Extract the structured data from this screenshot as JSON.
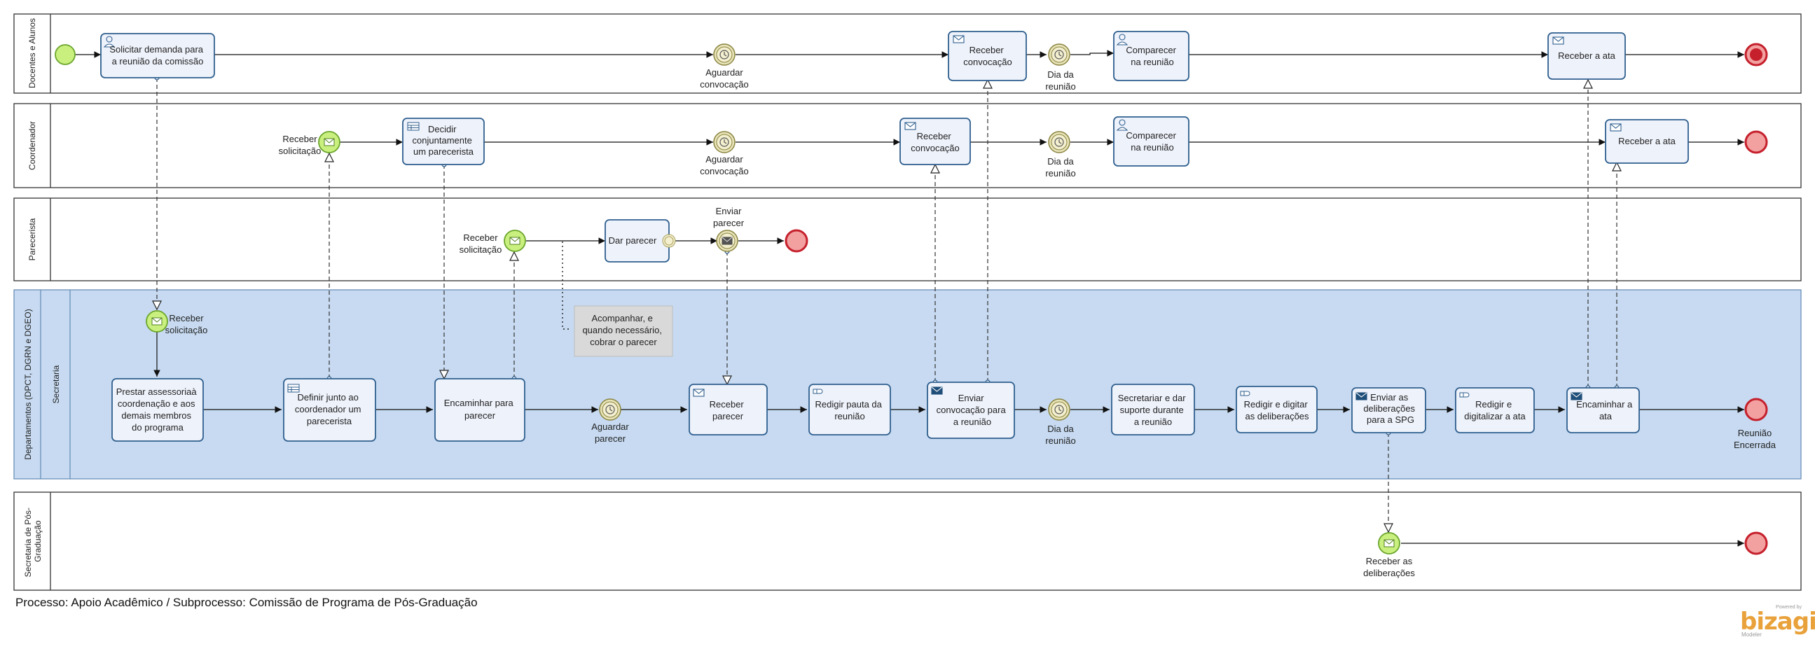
{
  "lanes": {
    "docentes": "Docentes e Alunos",
    "coordenador": "Coordenador",
    "parecerista": "Parecerista",
    "departamentos": "Departamentos (DPCT, DGRN e DGEO)",
    "secretaria": "Secretaria",
    "spg": [
      "Secretaria de Pós-",
      "Graduação"
    ]
  },
  "tasks": {
    "t_solicitar": [
      "Solicitar demanda para",
      "a reunião da comissão"
    ],
    "t_doc_receber_conv": [
      "Receber",
      "convocação"
    ],
    "t_doc_comparecer": [
      "Comparecer",
      "na reunião"
    ],
    "t_doc_receber_ata": [
      "Receber a ata"
    ],
    "t_decidir": [
      "Decidir",
      "conjuntamente",
      "um parecerista"
    ],
    "t_coord_receber_conv": [
      "Receber",
      "convocação"
    ],
    "t_coord_comparecer": [
      "Comparecer",
      "na reunião"
    ],
    "t_coord_receber_ata": [
      "Receber a ata"
    ],
    "t_dar_parecer": [
      "Dar parecer"
    ],
    "t_prestar": [
      "Prestar assessoriaà",
      "coordenação e aos",
      "demais membros",
      "do programa"
    ],
    "t_definir": [
      "Definir junto ao",
      "coordenador um",
      "parecerista"
    ],
    "t_encaminhar": [
      "Encaminhar para",
      "parecer"
    ],
    "t_receber_parecer": [
      "Receber",
      "parecer"
    ],
    "t_redigir_pauta": [
      "Redigir pauta da",
      "reunião"
    ],
    "t_enviar_conv": [
      "Enviar",
      "convocação para",
      "a reunião"
    ],
    "t_secretariar": [
      "Secretariar e dar",
      "suporte durante",
      "a reunião"
    ],
    "t_redigir_digitar": [
      "Redigir e digitar",
      "as deliberações"
    ],
    "t_enviar_delib": [
      "Enviar as",
      "deliberações",
      "para a SPG"
    ],
    "t_redigir_ata": [
      "Redigir e",
      "digitalizar a ata"
    ],
    "t_encaminhar_ata": [
      "Encaminhar a",
      "ata"
    ]
  },
  "event_labels": {
    "e_doc_aguardar": [
      "Aguardar",
      "convocação"
    ],
    "e_doc_dia": [
      "Dia da",
      "reunião"
    ],
    "e_coord_receber_sol": [
      "Receber",
      "solicitação"
    ],
    "e_coord_aguardar": [
      "Aguardar",
      "convocação"
    ],
    "e_coord_dia": [
      "Dia da",
      "reunião"
    ],
    "e_par_receber_sol": [
      "Receber",
      "solicitação"
    ],
    "e_par_enviar": [
      "Enviar",
      "parecer"
    ],
    "e_sec_receber_sol": [
      "Receber",
      "solicitação"
    ],
    "e_sec_aguardar": [
      "Aguardar",
      "parecer"
    ],
    "e_sec_dia": [
      "Dia da",
      "reunião"
    ],
    "e_sec_end": [
      "Reunião",
      "Encerrada"
    ],
    "e_spg_receber": [
      "Receber as",
      "deliberações"
    ]
  },
  "annotation": [
    "Acompanhar, e",
    "quando necessário,",
    "cobrar o parecer"
  ],
  "footer": "Processo: Apoio Acadêmico / Subprocesso: Comissão de Programa de Pós-Graduação",
  "logo": {
    "powered": "Powered by",
    "brand": "bizagi",
    "sub": "Modeler"
  },
  "colors": {
    "task_fill": "#eef2fb",
    "task_stroke": "#2f5f8e",
    "start_fill": "#c9f07f",
    "end_fill": "#f2a0a0",
    "end_stroke": "#c5202c",
    "intermediate_fill": "#e7e3b8",
    "departamentos_fill": "#c7daf1",
    "annotation_fill": "#d9d9d9"
  }
}
